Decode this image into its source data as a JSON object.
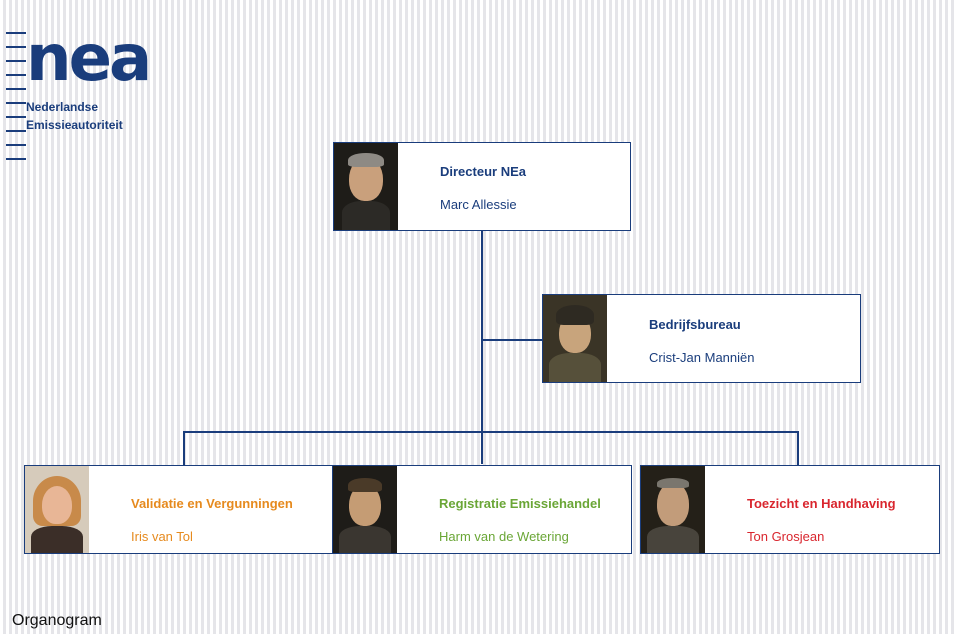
{
  "logo": {
    "word": "nea",
    "line1": "Nederlandse",
    "line2": "Emissieautoriteit",
    "color": "#1a3d7c"
  },
  "colors": {
    "navy": "#1a3d7c",
    "orange": "#e68a1e",
    "green": "#6aa636",
    "red": "#d9262e"
  },
  "org": {
    "director": {
      "title": "Directeur NEa",
      "name": "Marc Allessie"
    },
    "bureau": {
      "title": "Bedrijfsbureau",
      "name": "Crist-Jan Manniën"
    },
    "validatie": {
      "title": "Validatie en Vergunningen",
      "name": "Iris van Tol"
    },
    "registratie": {
      "title": "Registratie Emissiehandel",
      "name": "Harm van de Wetering"
    },
    "toezicht": {
      "title": "Toezicht en Handhaving",
      "name": "Ton Grosjean"
    }
  },
  "caption": "Organogram"
}
